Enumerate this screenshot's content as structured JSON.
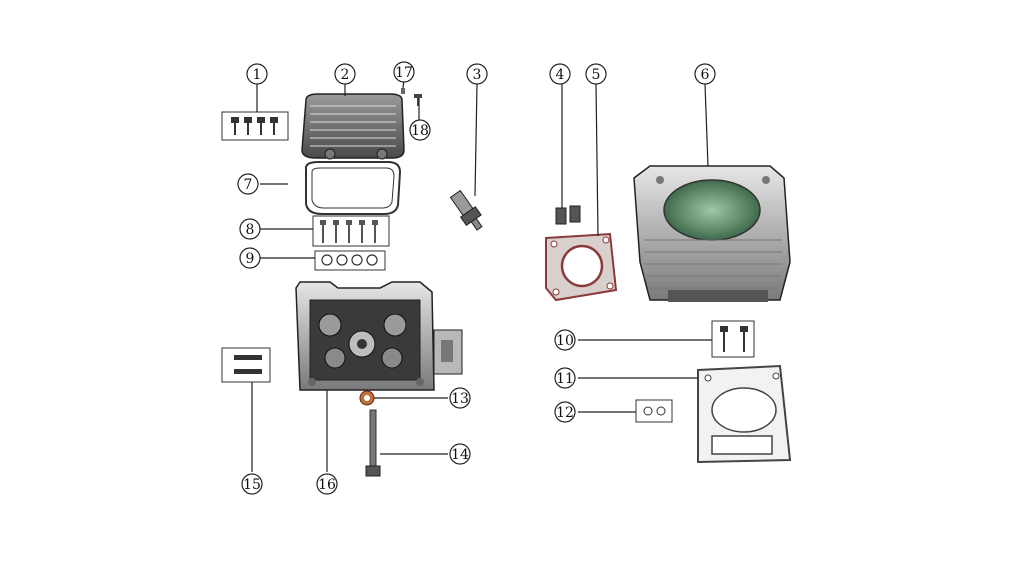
{
  "diagram": {
    "callouts": [
      "1",
      "2",
      "3",
      "4",
      "5",
      "6",
      "7",
      "8",
      "9",
      "10",
      "11",
      "12",
      "13",
      "14",
      "15",
      "16",
      "17",
      "18"
    ]
  },
  "colors": {
    "line": "#222222",
    "metal_light": "#d9d9d9",
    "metal_mid": "#a9a9a9",
    "metal_dark": "#555555",
    "gasket_red": "#8b3a3a"
  }
}
